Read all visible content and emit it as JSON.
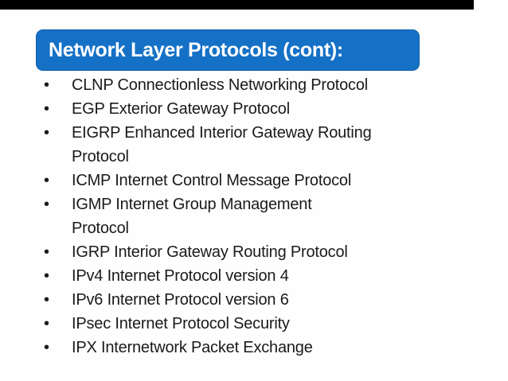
{
  "slide": {
    "colors": {
      "accent_blue": "#1571C6",
      "title_text": "#FFFFFF",
      "body_text": "#1A1A1A",
      "top_bar": "#000000",
      "background": "#FEFEFE"
    },
    "title": "Network Layer Protocols (cont):",
    "bullet_char": "•",
    "items": [
      {
        "lines": [
          "CLNP Connectionless Networking Protocol"
        ]
      },
      {
        "lines": [
          "EGP Exterior Gateway Protocol"
        ]
      },
      {
        "lines": [
          "EIGRP Enhanced Interior Gateway Routing",
          "Protocol"
        ]
      },
      {
        "lines": [
          "ICMP Internet Control Message Protocol"
        ]
      },
      {
        "lines": [
          "IGMP Internet Group Management",
          "Protocol"
        ]
      },
      {
        "lines": [
          "IGRP Interior Gateway Routing Protocol"
        ]
      },
      {
        "lines": [
          "IPv4 Internet Protocol version 4"
        ]
      },
      {
        "lines": [
          "IPv6 Internet Protocol version 6"
        ]
      },
      {
        "lines": [
          "IPsec Internet Protocol Security"
        ]
      },
      {
        "lines": [
          "IPX Internetwork Packet Exchange"
        ]
      }
    ]
  }
}
